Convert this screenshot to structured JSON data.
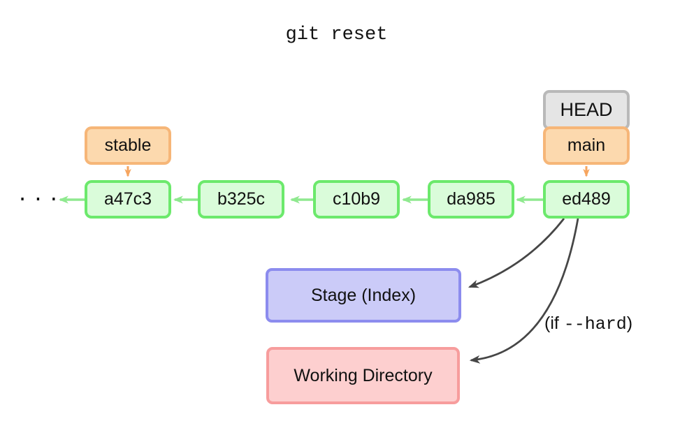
{
  "title": "git reset",
  "colors": {
    "text": "#111111",
    "commit_fill": "#dafcda",
    "commit_border": "#6ce96c",
    "commit_arrow": "#8fe98f",
    "branch_fill": "#fcd9ae",
    "branch_border": "#f6b678",
    "branch_arrow": "#f6a55f",
    "head_fill": "#e5e5e5",
    "head_border": "#b9b9b9",
    "stage_fill": "#cbcbf8",
    "stage_border": "#8c8cee",
    "workdir_fill": "#fdcfcf",
    "workdir_border": "#f79d9d",
    "dark_arrow": "#464646"
  },
  "diagram": {
    "ellipsis": "· · ·",
    "head_label": "HEAD",
    "branches": {
      "stable": "stable",
      "main": "main"
    },
    "commits": [
      "a47c3",
      "b325c",
      "c10b9",
      "da985",
      "ed489"
    ],
    "stage_label": "Stage (Index)",
    "workdir_label": "Working Directory",
    "hard_note": {
      "prefix": "(if ",
      "code": "--hard",
      "suffix": ")"
    }
  }
}
